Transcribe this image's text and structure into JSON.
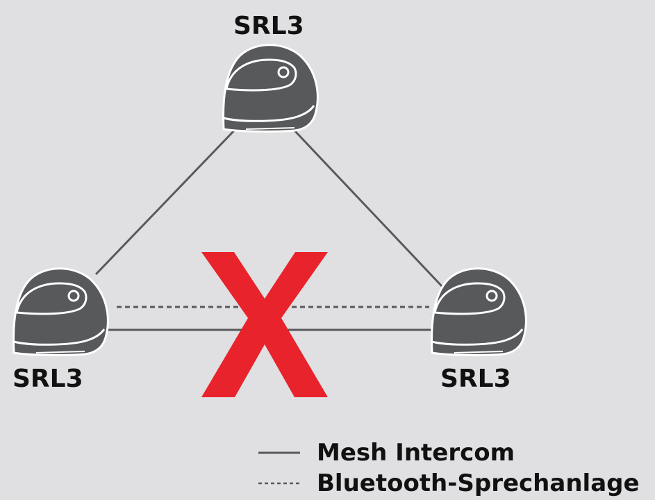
{
  "nodes": [
    {
      "id": "top",
      "label": "SRL3"
    },
    {
      "id": "left",
      "label": "SRL3"
    },
    {
      "id": "right",
      "label": "SRL3"
    }
  ],
  "links": [
    {
      "from": "top",
      "to": "left",
      "type": "Mesh Intercom"
    },
    {
      "from": "top",
      "to": "right",
      "type": "Mesh Intercom"
    },
    {
      "from": "left",
      "to": "right",
      "type": "Mesh Intercom"
    },
    {
      "from": "left",
      "to": "right",
      "type": "Bluetooth-Sprechanlage"
    }
  ],
  "blocked_link": {
    "between": [
      "left",
      "right"
    ],
    "symbol": "X",
    "color": "#e8232b"
  },
  "legend": {
    "mesh": "Mesh Intercom",
    "bluetooth": "Bluetooth-Sprechanlage"
  },
  "colors": {
    "background": "#e0e0e2",
    "helmet": "#58595b",
    "line": "#58595b",
    "cross": "#e8232b"
  },
  "icons": {
    "node": "helmet-icon",
    "blocked": "cross-icon"
  }
}
